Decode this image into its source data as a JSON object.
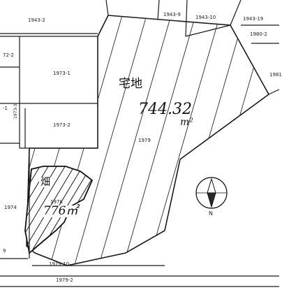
{
  "parcels": {
    "p1943_2": "1943-2",
    "p1943_9": "1943-9",
    "p1943_10": "1943-10",
    "p1943_19": "1943-19",
    "p1980_2": "1980-2",
    "p1981": "1981",
    "p72_2": "72-2",
    "p1973_1": "1973-1",
    "p1973_2": "1973-2",
    "p1973_3": "1973-3",
    "p_dash1": "-1",
    "p1979": "1979",
    "p1974": "1974",
    "p1978": "1978",
    "p1979_10": "1979-10",
    "p1979_2": "1979-2",
    "p_edge": "9"
  },
  "residential": {
    "use": "宅地",
    "area_value": "744.32",
    "unit": "m²"
  },
  "field": {
    "use": "畑",
    "area": "776㎡"
  },
  "compass": {
    "north_label": "N",
    "needle_color": "#2a2a2a"
  }
}
